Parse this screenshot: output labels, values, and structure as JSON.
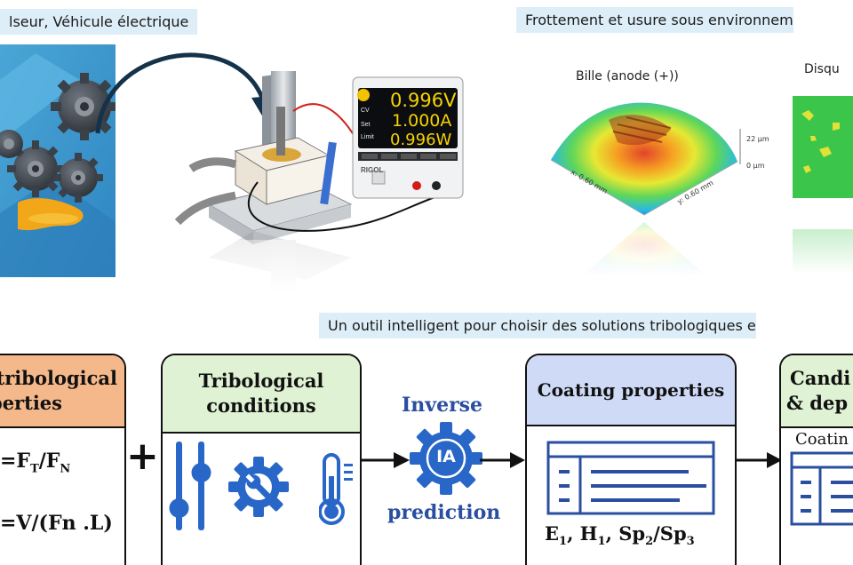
{
  "top": {
    "caption_left": "lseur, Véhicule électrique",
    "caption_right": "Frottement et usure sous environnem",
    "power_supply": {
      "brand": "RIGOL",
      "voltage": "0.996V",
      "current": "1.000A",
      "power": "0.996W",
      "left_mode_1": "CV",
      "left_mode_2": "Set",
      "left_mode_3": "Limit"
    },
    "surface_ball": {
      "label": "Bille (anode (+))",
      "z_max": "22 µm",
      "z_min": "0 µm",
      "x_axis": "x: 0.60 mm",
      "y_axis": "y: 0.60 mm"
    },
    "surface_disc": {
      "label": "Disqu"
    }
  },
  "bottom": {
    "caption": "Un outil intelligent pour choisir des solutions tribologiques e",
    "box1": {
      "title_line1": "tribological",
      "title_line2": "perties",
      "formula1": "=F",
      "formula1_sub1": "T",
      "formula1_mid": "/F",
      "formula1_sub2": "N",
      "formula2": "=V/(Fn .L)"
    },
    "plus": "+",
    "box2": {
      "title_line1": "Tribological",
      "title_line2": "conditions"
    },
    "ia": {
      "top": "Inverse",
      "icon": "IA",
      "bottom": "prediction"
    },
    "box3": {
      "title": "Coating properties",
      "f1": "E",
      "s1": "1",
      "sep1": ", H",
      "s2": "1",
      "sep2": ", Sp",
      "s3": "2",
      "sep3": "/Sp",
      "s4": "3"
    },
    "box4": {
      "title_line1": "Candi",
      "title_line2": "& dep",
      "sub": "Coatin"
    }
  },
  "colors": {
    "caption_bg": "#ddeef8",
    "box1_head": "#f5b88a",
    "box2_head": "#dff2d3",
    "box3_head": "#cfdaf7",
    "box4_head": "#dff2d3",
    "icon_blue": "#2866c8",
    "table_blue": "#2a4fa0"
  }
}
